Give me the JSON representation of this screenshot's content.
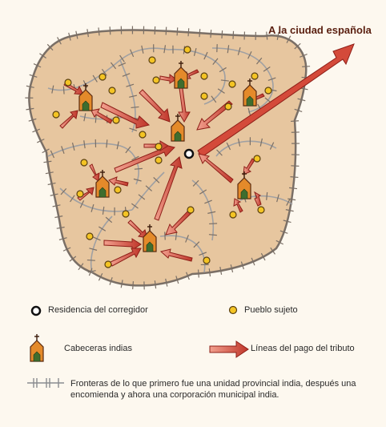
{
  "title": "A la ciudad española",
  "legend": {
    "corregidor": "Residencia del corregidor",
    "pueblo": "Pueblo sujeto",
    "cabeceras": "Cabeceras indias",
    "lineas": "Líneas del pago del tributo",
    "fronteras": "Fronteras de lo que primero fue una unidad provincial india, después una encomienda y ahora una corporación municipal india."
  },
  "colors": {
    "territory": "#e7c69f",
    "outline": "#8a7f76",
    "arrow": "#d44a3a",
    "arrow_dark": "#8e1f18",
    "village": "#f4c424",
    "church": "#e48a2a",
    "background": "#fdf8ef"
  },
  "icons": [
    "church-icon",
    "village-dot-icon",
    "corregidor-ring-icon",
    "tribute-arrow-icon",
    "border-line-icon"
  ]
}
